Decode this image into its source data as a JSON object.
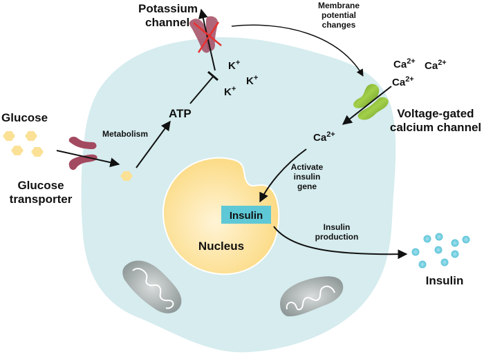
{
  "title": "Insulin secretion in a pancreatic beta cell",
  "colors": {
    "cell": "#d6ecef",
    "nucleus": "#fbdc8c",
    "glucose": "#fbe196",
    "transporter": "#a34a60",
    "calcium_channel": "#79a92a",
    "insulin_box": "#5ec8d6",
    "insulin_granule": "#7fd2e2",
    "inhibit_mark": "#e8312f",
    "mitochondrion": "#9aa3a3",
    "arrow": "#111111"
  },
  "labels": {
    "glucose": "Glucose",
    "glucose_transporter_1": "Glucose",
    "glucose_transporter_2": "transporter",
    "metabolism": "Metabolism",
    "atp": "ATP",
    "potassium_channel_1": "Potassium",
    "potassium_channel_2": "channel",
    "k_ion": "K",
    "k_charge": "+",
    "membrane_1": "Membrane",
    "membrane_2": "potential",
    "membrane_3": "changes",
    "ca_ion": "Ca",
    "ca_charge": "2+",
    "calcium_channel_1": "Voltage-gated",
    "calcium_channel_2": "calcium channel",
    "activate_1": "Activate",
    "activate_2": "insulin",
    "activate_3": "gene",
    "insulin_gene": "Insulin",
    "nucleus": "Nucleus",
    "production_1": "Insulin",
    "production_2": "production",
    "insulin_out": "Insulin"
  },
  "counts": {
    "glucose_outside": 4,
    "glucose_inside": 1,
    "k_ions": 3,
    "ca_ions_outside": 3,
    "ca_ions_inside": 1,
    "insulin_granules": 9,
    "mitochondria": 2
  }
}
